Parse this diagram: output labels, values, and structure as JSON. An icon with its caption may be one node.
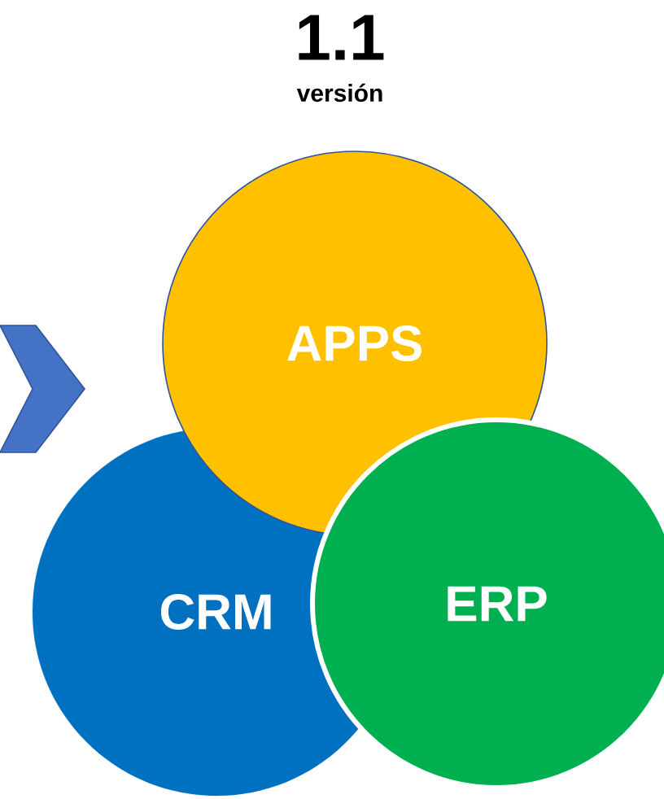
{
  "diagram": {
    "title": "1.1",
    "nodes": [
      {
        "text": [
          "APPS"
        ]
      },
      {
        "text": [
          "CRM"
        ]
      },
      {
        "text": [
          "ERP"
        ]
      }
    ],
    "labels": [
      "versión"
    ]
  }
}
